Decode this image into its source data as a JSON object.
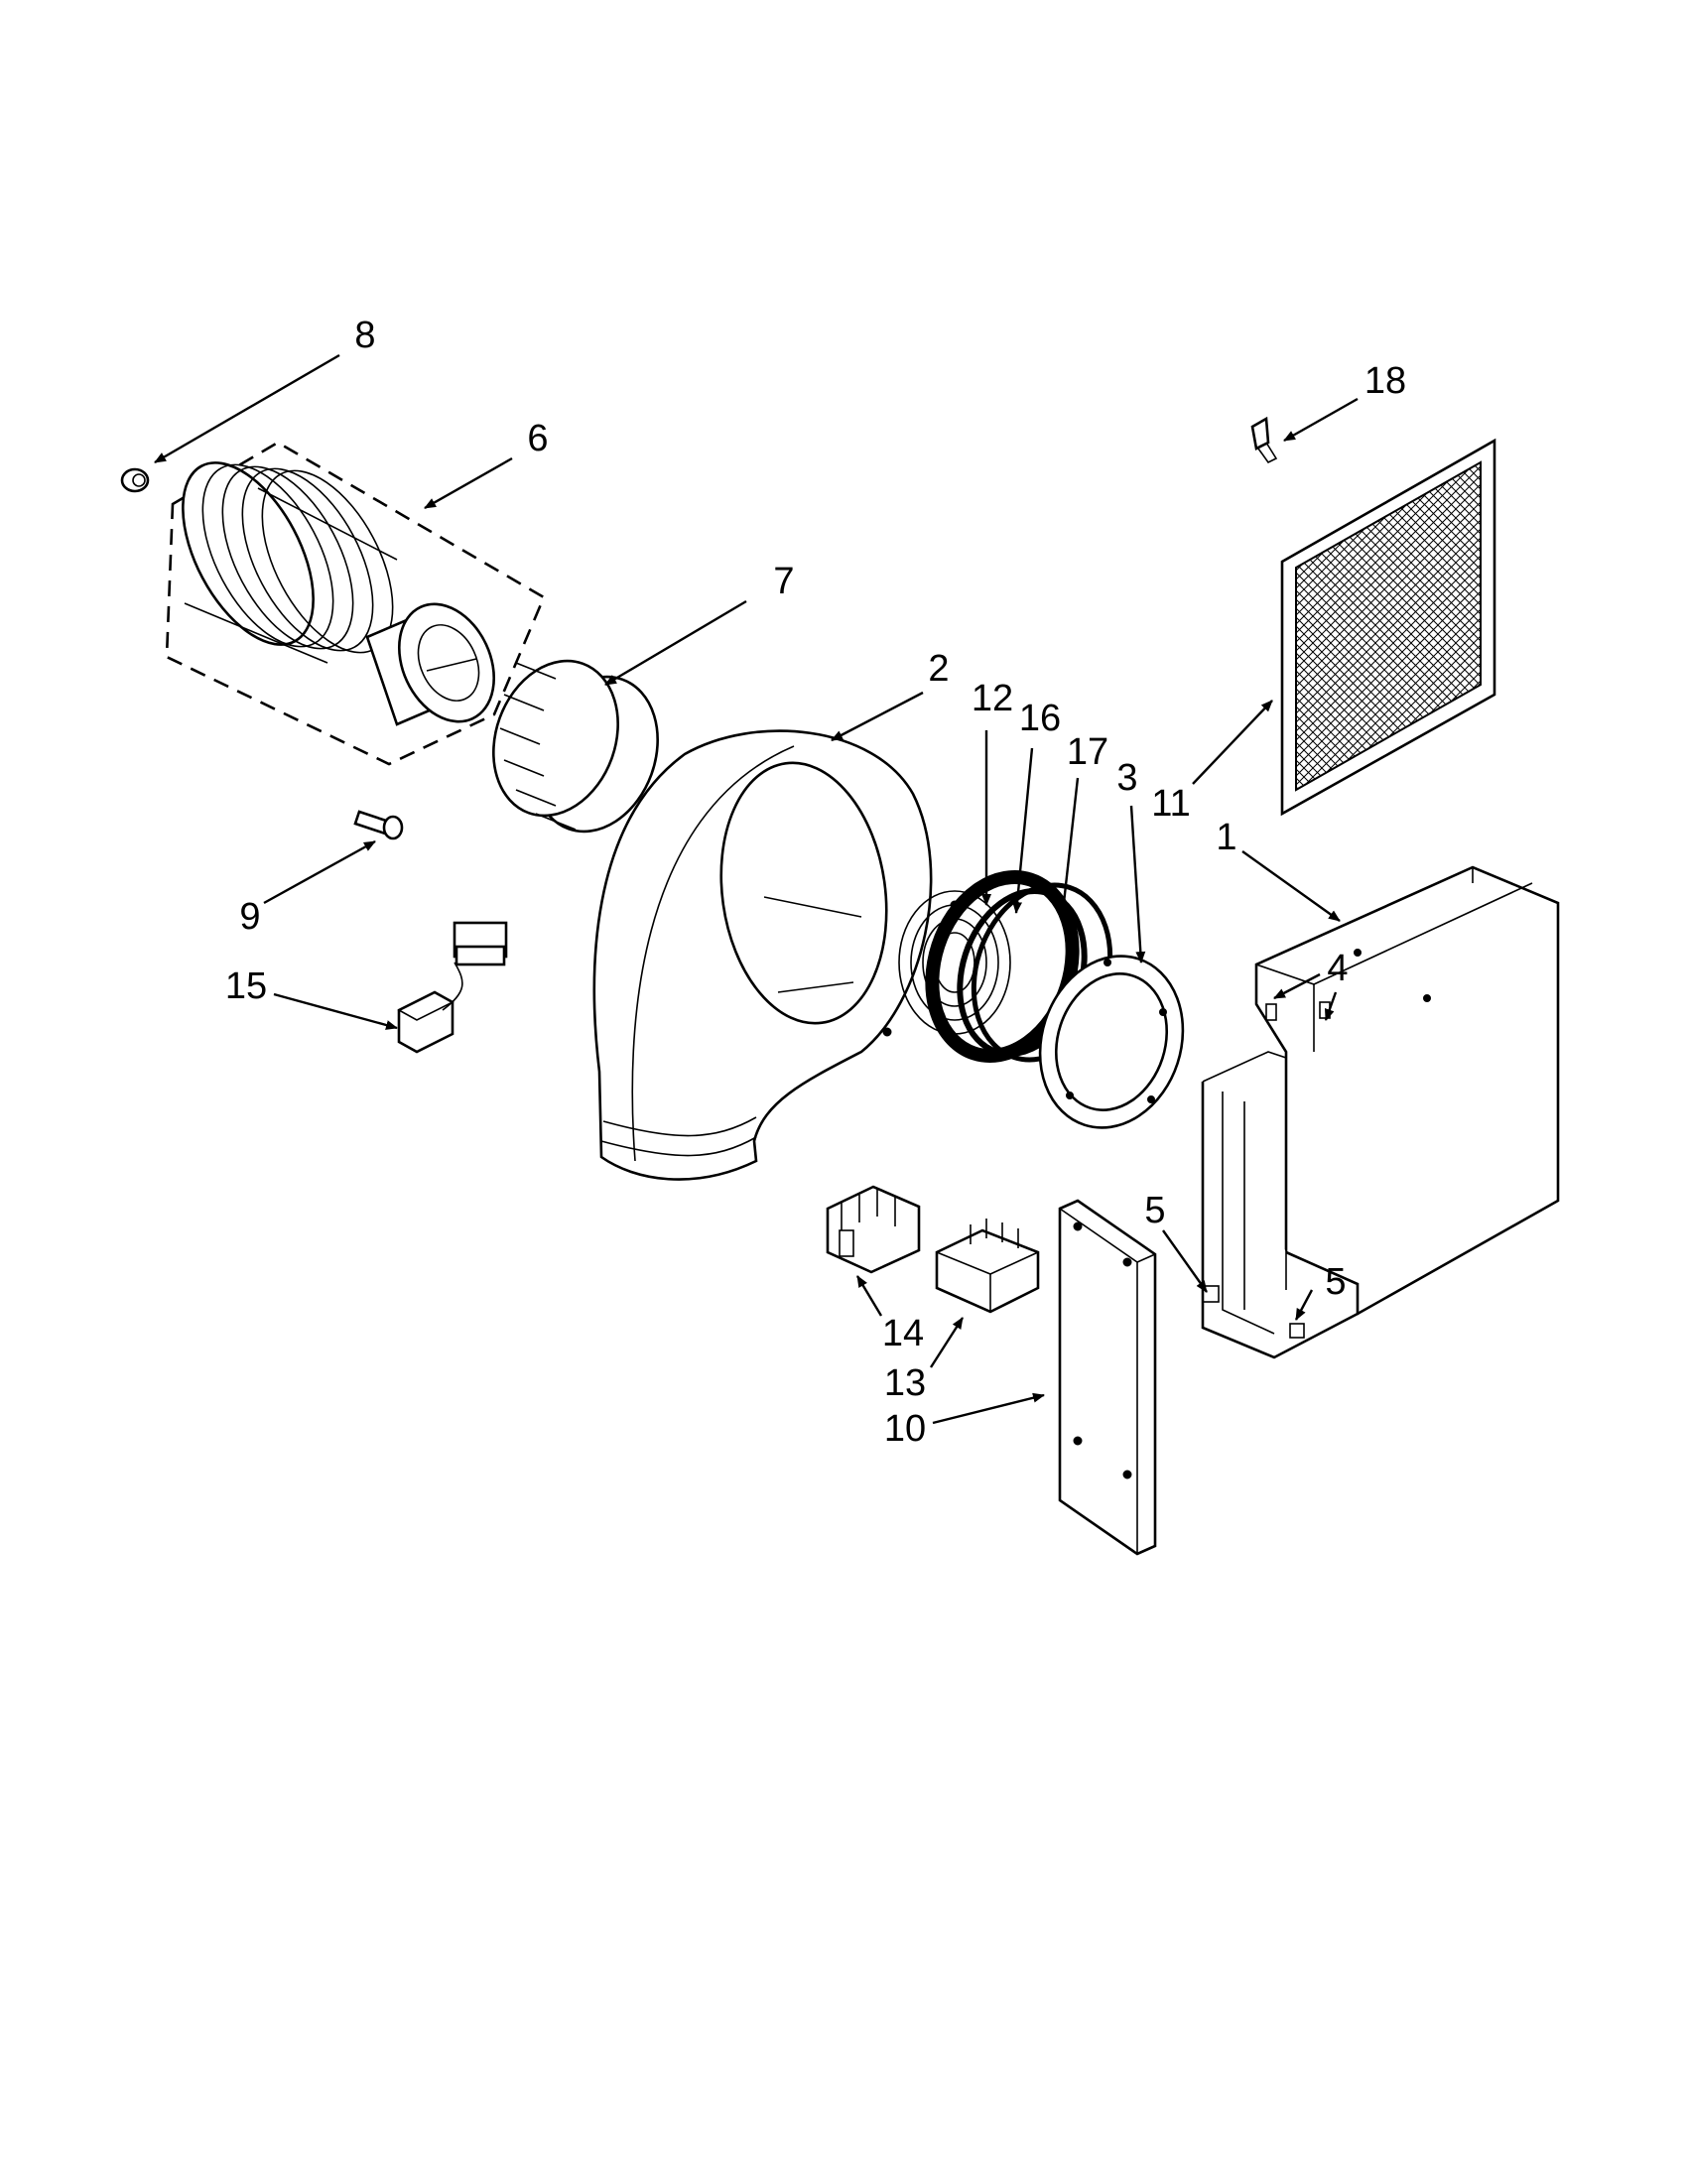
{
  "diagram": {
    "callouts": [
      {
        "id": "c1",
        "label": "1"
      },
      {
        "id": "c2",
        "label": "2"
      },
      {
        "id": "c3",
        "label": "3"
      },
      {
        "id": "c4",
        "label": "4"
      },
      {
        "id": "c5a",
        "label": "5"
      },
      {
        "id": "c5b",
        "label": "5"
      },
      {
        "id": "c6",
        "label": "6"
      },
      {
        "id": "c7",
        "label": "7"
      },
      {
        "id": "c8",
        "label": "8"
      },
      {
        "id": "c9",
        "label": "9"
      },
      {
        "id": "c10",
        "label": "10"
      },
      {
        "id": "c11",
        "label": "11"
      },
      {
        "id": "c12",
        "label": "12"
      },
      {
        "id": "c13",
        "label": "13"
      },
      {
        "id": "c14",
        "label": "14"
      },
      {
        "id": "c15",
        "label": "15"
      },
      {
        "id": "c16",
        "label": "16"
      },
      {
        "id": "c17",
        "label": "17"
      },
      {
        "id": "c18",
        "label": "18"
      }
    ]
  }
}
